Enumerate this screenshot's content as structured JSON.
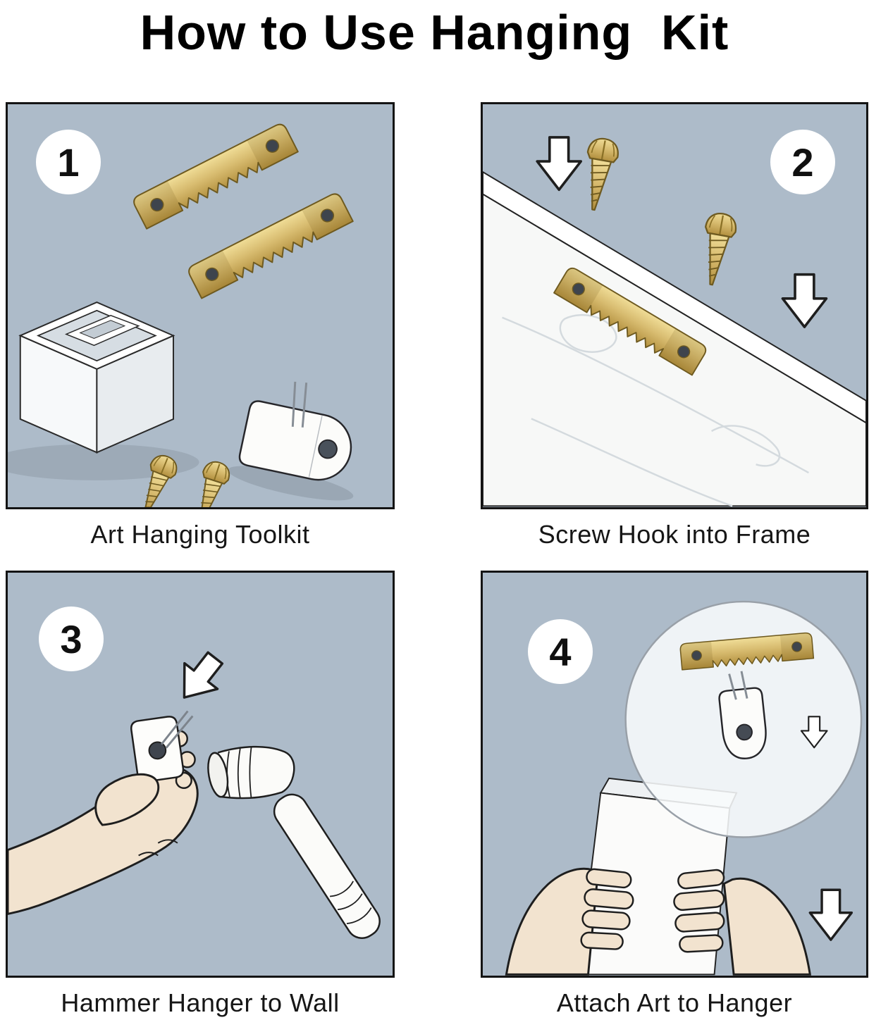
{
  "title": "How to Use Hanging  Kit",
  "panels": [
    {
      "number": "1",
      "caption": "Art Hanging Toolkit"
    },
    {
      "number": "2",
      "caption": "Screw Hook into Frame"
    },
    {
      "number": "3",
      "caption": "Hammer Hanger to Wall"
    },
    {
      "number": "4",
      "caption": "Attach Art to Hanger"
    }
  ],
  "colors": {
    "panel_background": "#adbbc9",
    "brass": "#d8bc70",
    "brass_dark": "#b28f3e",
    "outline": "#1c1c1c",
    "skin": "#f2e3cf",
    "wood_grain": "#d4dade"
  },
  "icons": {
    "step_badge": "numbered-white-circle",
    "down_arrow": "block-arrow-down",
    "sawtooth_hanger": "brass-sawtooth-hanger",
    "screw": "brass-screw",
    "wall_hook": "white-wall-hook",
    "storage_box": "clear-storage-box",
    "hammer": "hammer",
    "hand": "hand",
    "canvas": "art-canvas",
    "magnifier": "zoom-circle"
  }
}
